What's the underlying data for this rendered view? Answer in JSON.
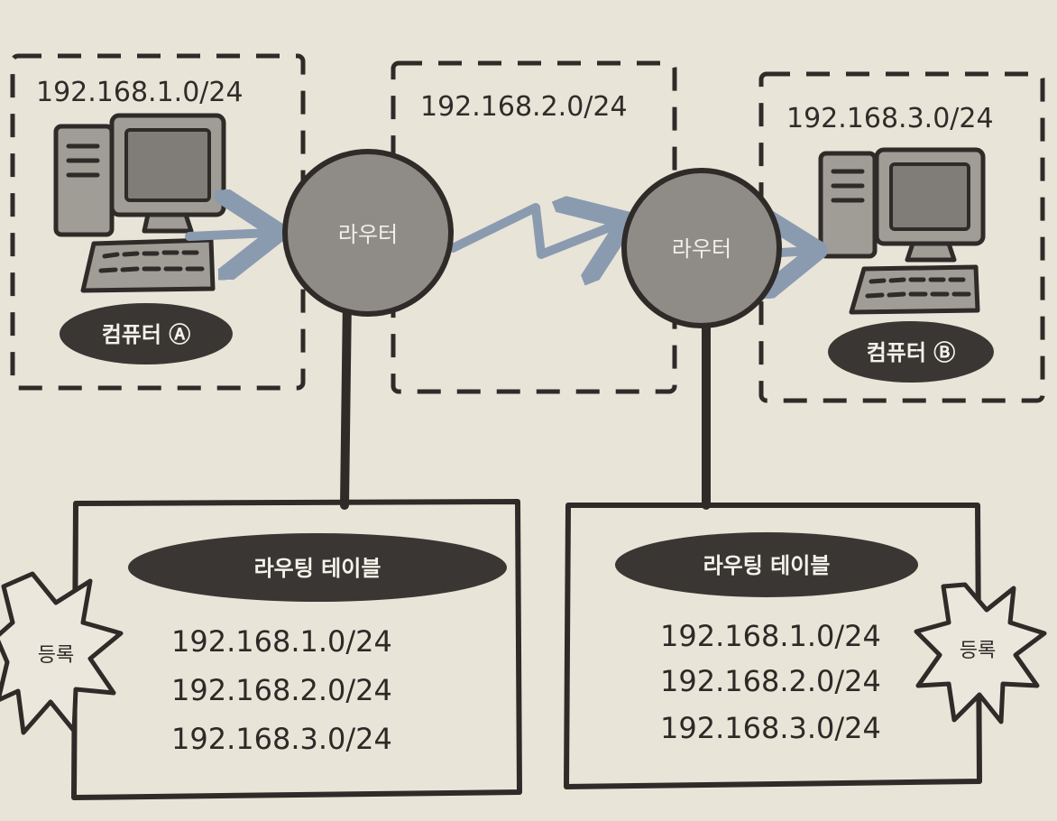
{
  "networks": {
    "left": "192.168.1.0/24",
    "middle": "192.168.2.0/24",
    "right": "192.168.3.0/24"
  },
  "routers": {
    "left": "라우터",
    "right": "라우터"
  },
  "computers": {
    "a": "컴퓨터 Ⓐ",
    "b": "컴퓨터 Ⓑ"
  },
  "tables": {
    "left": {
      "title": "라우팅 테이블",
      "entries": [
        "192.168.1.0/24",
        "192.168.2.0/24",
        "192.168.3.0/24"
      ],
      "badge": "등록"
    },
    "right": {
      "title": "라우팅 테이블",
      "entries": [
        "192.168.1.0/24",
        "192.168.2.0/24",
        "192.168.3.0/24"
      ],
      "badge": "등록"
    }
  },
  "colors": {
    "paper": "#e9e4d8",
    "ink": "#2e2b28",
    "router_fill": "#8f8c87",
    "arrow": "#8a9bb0",
    "computer_fill": "#a09d97",
    "pill_fill": "#3a3633"
  }
}
